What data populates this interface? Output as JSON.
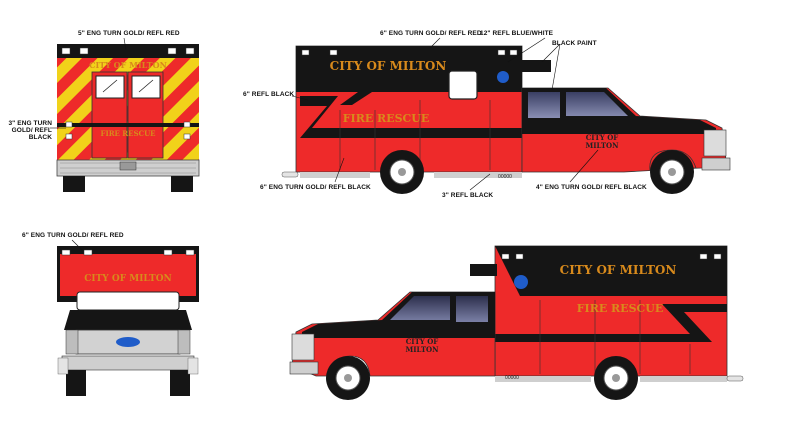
{
  "colors": {
    "body_red": "#ee2a2a",
    "paint_black": "#151515",
    "gold": "#d88a1c",
    "chevron_yellow": "#f1d21a",
    "light_blue": "#1f5cc9",
    "chrome": "#c9c9c9",
    "white": "#ffffff"
  },
  "vehicle_text": {
    "city": "CITY OF MILTON",
    "division": "FIRE RESCUE",
    "door_line1": "CITY OF",
    "door_line2": "MILTON",
    "unit_number": "00000"
  },
  "callouts": {
    "rear_top": "5\" ENG TURN GOLD/ REFL RED",
    "rear_side": "3\" ENG TURN GOLD/ REFL BLACK",
    "side_top": "6\" ENG TURN GOLD/ REFL RED",
    "side_light": "12\" REFL BLUE/WHITE",
    "side_paint": "BLACK PAINT",
    "side_left": "6\" REFL BLACK",
    "side_bottom_left": "6\" ENG TURN GOLD/ REFL BLACK",
    "side_bottom_mid": "3\" REFL BLACK",
    "side_bottom_right": "4\" ENG TURN GOLD/ REFL BLACK",
    "front_top": "6\" ENG TURN GOLD/ REFL RED"
  }
}
